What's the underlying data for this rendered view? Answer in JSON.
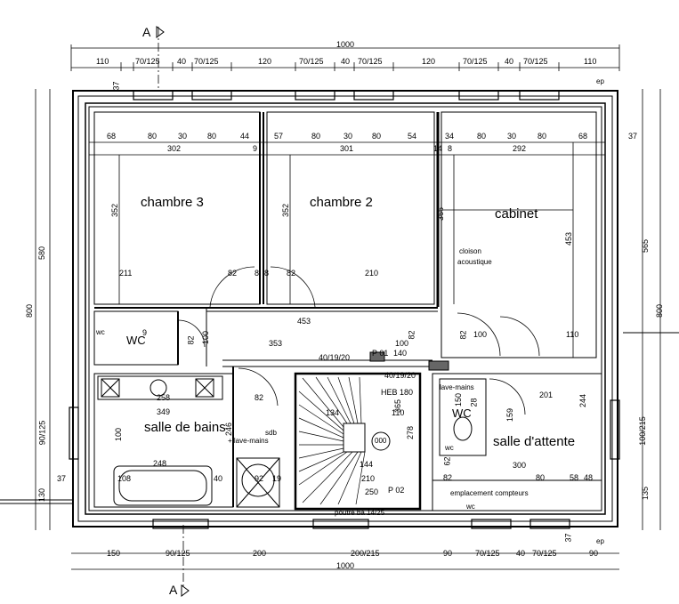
{
  "sections": {
    "top": "A",
    "bottom": "A"
  },
  "rooms": {
    "chambre3": "chambre 3",
    "chambre2": "chambre 2",
    "cabinet": "cabinet",
    "wc1": "WC",
    "salle_de_bains": "salle de bains",
    "salle_attente": "salle d'attente",
    "wc2": "WC"
  },
  "annotations": {
    "cloison": "cloison",
    "acoustique": "acoustique",
    "sdb": "sdb",
    "lave_mains1": "+ lave-mains",
    "lave_mains2": "lave-mains",
    "heb": "HEB 180",
    "po1": "P 01",
    "po2": "P 02",
    "beam1": "40/19/20",
    "beam2": "40/19/20",
    "compteurs": "emplacement compteurs",
    "poutre": "poutre ba 14/25",
    "wc_small1": "wc",
    "wc_small2": "wc",
    "wc_small3": "wc",
    "ep1": "ep",
    "ep2": "ep",
    "stair_circle": "000"
  },
  "dims": {
    "top_total": "1000",
    "top_row": [
      "110",
      "70/125",
      "40",
      "70/125",
      "120",
      "70/125",
      "40",
      "70/125",
      "120",
      "70/125",
      "40",
      "70/125",
      "110"
    ],
    "inner_row": [
      "68",
      "80",
      "30",
      "80",
      "44",
      "57",
      "80",
      "30",
      "80",
      "54",
      "34",
      "80",
      "30",
      "80",
      "68",
      "37"
    ],
    "room_widths": [
      "302",
      "9",
      "301",
      "14",
      "8",
      "292"
    ],
    "bottom_row": [
      "150",
      "90/125",
      "200",
      "200/215",
      "90",
      "70/125",
      "40",
      "70/125",
      "90"
    ],
    "bottom_total": "1000",
    "left": [
      "580",
      "800",
      "90/125",
      "130",
      "37"
    ],
    "right": [
      "565",
      "800",
      "100/215",
      "135"
    ],
    "c3_h": "352",
    "c2_h": "352",
    "cab_h": "366",
    "cab_h2": "453",
    "c3_w2": "211",
    "door82a": "82",
    "n8a": "8",
    "n8b": "8",
    "n82b": "82",
    "c2_w2": "210",
    "corr": "453",
    "corr2": "353",
    "n100": "100",
    "n140": "140",
    "n82c": "82",
    "n100b": "100",
    "n82d": "82",
    "n110": "110",
    "sdb_w": "258",
    "sdb_w2": "349",
    "sdb_w3": "248",
    "n82e": "82",
    "n246": "246",
    "n100c": "100",
    "n108": "108",
    "n40": "40",
    "n92": "92",
    "n19": "19",
    "n278": "278",
    "n365": "365",
    "n110b": "110",
    "n134": "134",
    "n144": "144",
    "n210": "210",
    "n250": "250",
    "n201": "201",
    "n300": "300",
    "n159": "159",
    "n244": "244",
    "n82f": "82",
    "n80": "80",
    "n58": "58",
    "n48": "48",
    "n62": "62",
    "n150": "150",
    "n28": "28",
    "n9": "9",
    "n82g": "82",
    "n100d": "100",
    "n37": "37",
    "n37b": "37"
  }
}
